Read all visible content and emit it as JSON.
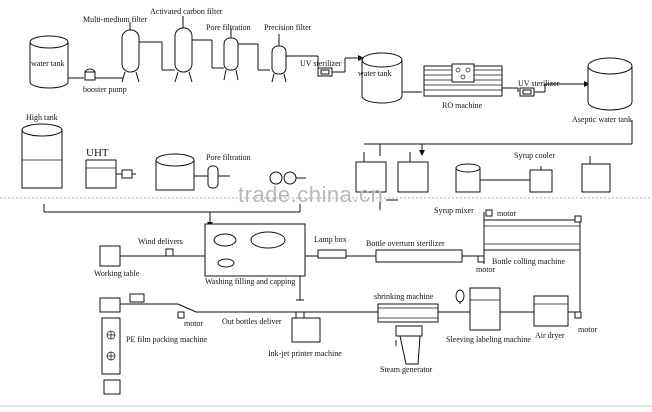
{
  "diagram": {
    "stage1": {
      "water_tank": "water tank",
      "booster_pump": "booster pump",
      "multi_medium_filter": "Multi-medium filter",
      "activated_carbon_filter": "Activated carbon filter",
      "pore_filtration": "Pore filtration",
      "precision_filter": "Precision filter",
      "uv_sterilizer": "UV sterilizer",
      "water_tank_2": "water tank",
      "ro_machine": "RO machine",
      "uv_sterilizer_2": "UV sterilizer",
      "aseptic_water_tank": "Aseptic water tank"
    },
    "stage2": {
      "high_tank": "High tank",
      "uht": "UHT",
      "pore_filtration": "Pore filtration",
      "syrup_cooler": "Syrup cooler",
      "syrup_mixer": "Syrup mixer"
    },
    "stage3": {
      "motor_top": "motor",
      "wind_delivers": "Wind delivers",
      "lamp_box": "Lamp box",
      "bottle_overturn_sterilizer": "Bottle overturn sterilizer",
      "working_table": "Working table",
      "washing_filling_capping": "Washing filling and capping",
      "bottle_cooling_machine": "Bottle colling machine",
      "motor_mid": "motor"
    },
    "stage4": {
      "shrinking_machine": "shrinking machine",
      "motor_left": "motor",
      "out_bottles_deliver": "Out bottles deliver",
      "pe_film_packing_machine": "PE film packing machine",
      "inkjet_printer_machine": "Ink-jet printer machine",
      "steam_generator": "Steam generator",
      "sleeving_labeling_machine": "Sleeving labeling machine",
      "air_dryer": "Air dryer",
      "motor_right": "motor"
    },
    "watermark": "trade.china.cn"
  }
}
